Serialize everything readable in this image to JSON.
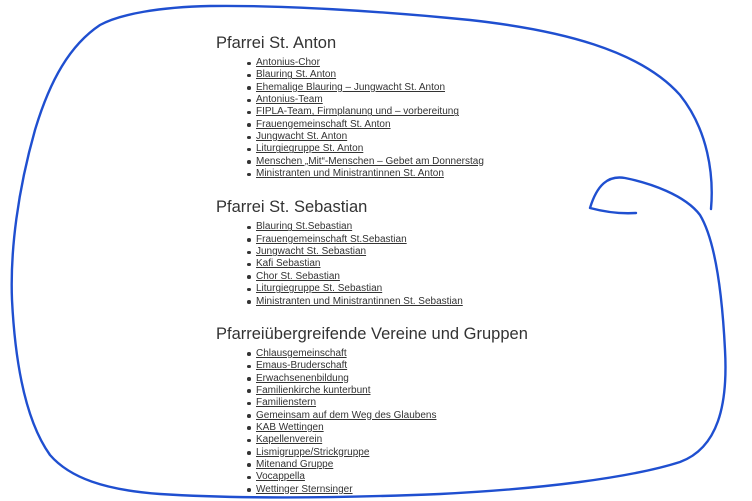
{
  "sections": [
    {
      "title": "Pfarrei St. Anton",
      "links": [
        "Antonius-Chor",
        "Blauring St. Anton",
        "Ehemalige Blauring – Jungwacht St. Anton",
        "Antonius-Team",
        "FIPLA-Team,  Firmplanung und – vorbereitung",
        "Frauengemeinschaft St. Anton",
        "Jungwacht St. Anton",
        "Liturgiegruppe St. Anton",
        "Menschen „Mit“-Menschen – Gebet am Donnerstag",
        "Ministranten und Ministrantinnen St. Anton"
      ]
    },
    {
      "title": "Pfarrei St. Sebastian",
      "links": [
        "Blauring St.Sebastian",
        "Frauengemeinschaft St.Sebastian",
        "Jungwacht St. Sebastian",
        "Kafi Sebastian",
        "Chor St. Sebastian",
        "Liturgiegruppe St. Sebastian",
        "Ministranten und Ministrantinnen St. Sebastian"
      ]
    },
    {
      "title": "Pfarreiübergreifende Vereine und Gruppen",
      "links": [
        "Chlausgemeinschaft",
        "Emaus-Bruderschaft",
        "Erwachsenenbildung",
        "Familienkirche kunterbunt",
        "Familienstern",
        "Gemeinsam auf dem Weg des Glaubens",
        "KAB Wettingen",
        "Kapellenverein",
        "Lismigruppe/Strickgruppe",
        "Mitenand Gruppe",
        "Vocappella",
        "Wettinger Sternsinger"
      ]
    }
  ],
  "annotation": {
    "stroke_color": "#1f4fd0"
  }
}
